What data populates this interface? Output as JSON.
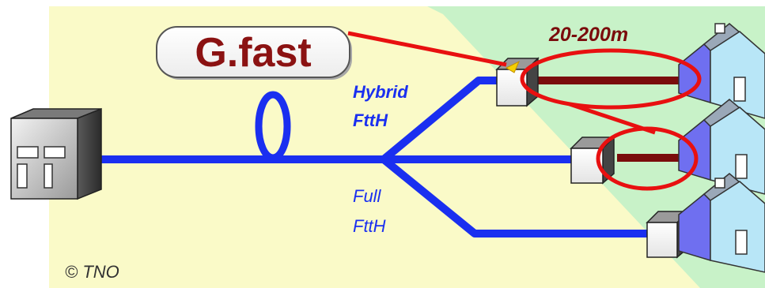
{
  "diagram": {
    "badge": "G.fast",
    "distance": "20-200m",
    "hybrid_label_line1": "Hybrid",
    "hybrid_label_line2": "FttH",
    "full_label_line1": "Full",
    "full_label_line2": "FttH",
    "copyright": "© TNO"
  },
  "colors": {
    "background_yellow": "#fafac8",
    "green_zone": "#c8f2c8",
    "fiber_blue": "#1a2ff0",
    "copper": "#7a0c0c",
    "highlight_red": "#e81010",
    "badge_text": "#8b1212",
    "house_wall": "#b8e6f7",
    "house_side": "#6f6ff0"
  },
  "icons": [
    "central-office-building-icon",
    "fiber-loop-icon",
    "street-cabinet-icon",
    "house-icon"
  ]
}
